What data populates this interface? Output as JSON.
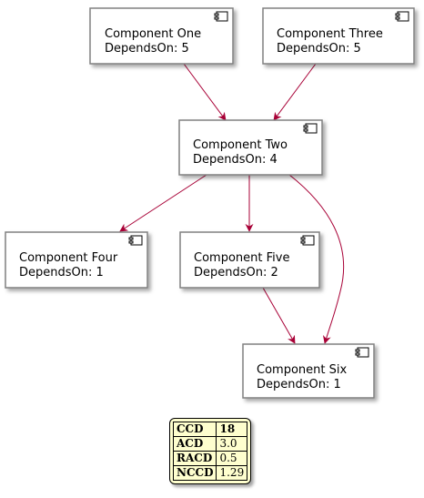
{
  "colors": {
    "box_fill": "#ffffff",
    "box_border": "#808080",
    "arrow": "#a80036",
    "legend_fill": "#fefece"
  },
  "components": {
    "c1": {
      "name": "Component One",
      "depends": "DependsOn: 5",
      "icon": "component-icon"
    },
    "c2": {
      "name": "Component Two",
      "depends": "DependsOn: 4",
      "icon": "component-icon"
    },
    "c3": {
      "name": "Component Three",
      "depends": "DependsOn: 5",
      "icon": "component-icon"
    },
    "c4": {
      "name": "Component Four",
      "depends": "DependsOn: 1",
      "icon": "component-icon"
    },
    "c5": {
      "name": "Component Five",
      "depends": "DependsOn: 2",
      "icon": "component-icon"
    },
    "c6": {
      "name": "Component Six",
      "depends": "DependsOn: 1",
      "icon": "component-icon"
    }
  },
  "edges": [
    {
      "from": "c1",
      "to": "c2"
    },
    {
      "from": "c3",
      "to": "c2"
    },
    {
      "from": "c2",
      "to": "c4"
    },
    {
      "from": "c2",
      "to": "c5"
    },
    {
      "from": "c2",
      "to": "c6"
    },
    {
      "from": "c5",
      "to": "c6"
    }
  ],
  "metrics": [
    {
      "key": "CCD",
      "value": "18"
    },
    {
      "key": "ACD",
      "value": "3.0"
    },
    {
      "key": "RACD",
      "value": "0.5"
    },
    {
      "key": "NCCD",
      "value": "1.29"
    }
  ]
}
